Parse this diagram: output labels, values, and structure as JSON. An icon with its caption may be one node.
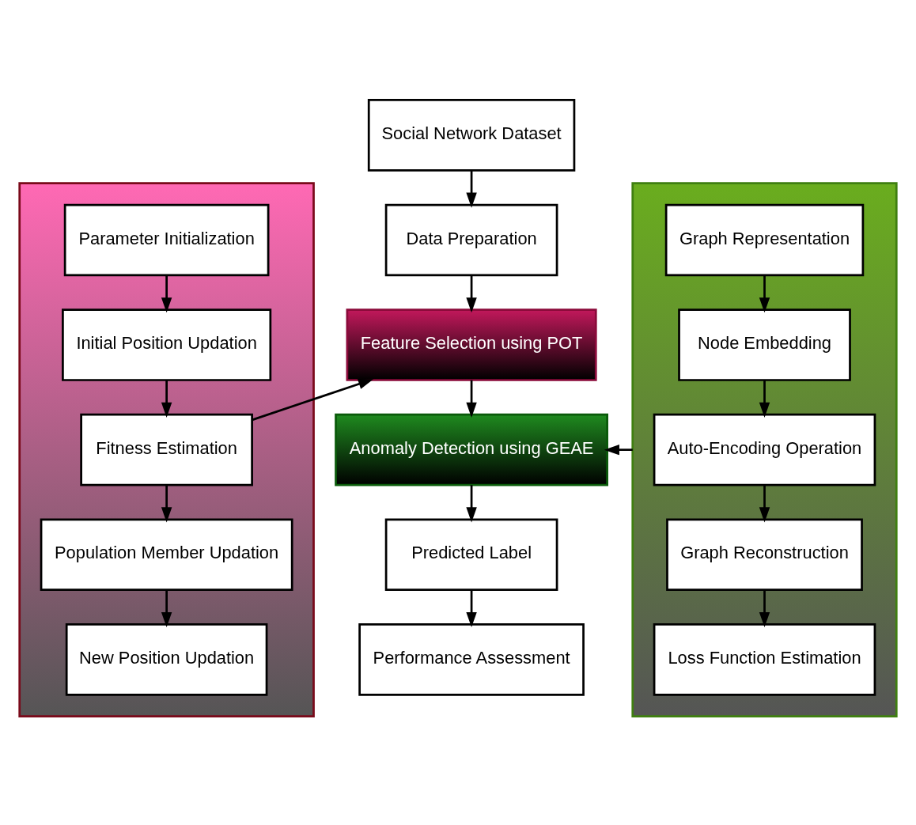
{
  "diagram": {
    "nodes": [
      {
        "text": [],
        "shape": "box"
      },
      {
        "text": [
          "Parameter Initialization"
        ],
        "in": 0
      },
      {
        "text": [
          "Initial Position Updation"
        ],
        "in": 0
      },
      {
        "text": [
          "Fitness Estimation"
        ],
        "in": 0
      },
      {
        "text": [
          "Population Member Updation"
        ],
        "in": 0
      },
      {
        "text": [
          "New Position Updation"
        ],
        "in": 0
      },
      {
        "text": [
          "Social Network Dataset"
        ]
      },
      {
        "text": [
          "Data Preparation"
        ]
      },
      {
        "text": [
          "Feature Selection using POT"
        ]
      },
      {
        "text": [
          "Anomaly Detection using GEAE"
        ]
      },
      {
        "text": [
          "Predicted Label"
        ]
      },
      {
        "text": [
          "Performance Assessment"
        ]
      },
      {
        "text": [],
        "shape": "box"
      },
      {
        "text": [
          "Graph Representation"
        ],
        "in": 12
      },
      {
        "text": [
          "Node Embedding"
        ],
        "in": 12
      },
      {
        "text": [
          "Auto-Encoding Operation"
        ],
        "in": 12
      },
      {
        "text": [
          "Graph Reconstruction"
        ],
        "in": 12
      },
      {
        "text": [
          "Loss Function Estimation"
        ],
        "in": 12
      }
    ],
    "edges": [
      {
        "from": 6,
        "to": 7,
        "arrow": "to"
      },
      {
        "from": 7,
        "to": 8,
        "arrow": "to"
      },
      {
        "from": 8,
        "to": 9,
        "arrow": "to"
      },
      {
        "from": 9,
        "to": 10,
        "arrow": "to"
      },
      {
        "from": 10,
        "to": 11,
        "arrow": "to"
      },
      {
        "from": 1,
        "to": 2,
        "arrow": "to"
      },
      {
        "from": 2,
        "to": 3,
        "arrow": "to"
      },
      {
        "from": 3,
        "to": 4,
        "arrow": "to"
      },
      {
        "from": 4,
        "to": 5,
        "arrow": "to"
      },
      {
        "from": 3,
        "to": 8,
        "arrow": "to"
      },
      {
        "from": 12,
        "to": 9,
        "arrow": "to"
      },
      {
        "from": 13,
        "to": 14,
        "arrow": "to"
      },
      {
        "from": 14,
        "to": 15,
        "arrow": "to"
      },
      {
        "from": 15,
        "to": 16,
        "arrow": "to"
      },
      {
        "from": 16,
        "to": 17,
        "arrow": "to"
      }
    ]
  }
}
